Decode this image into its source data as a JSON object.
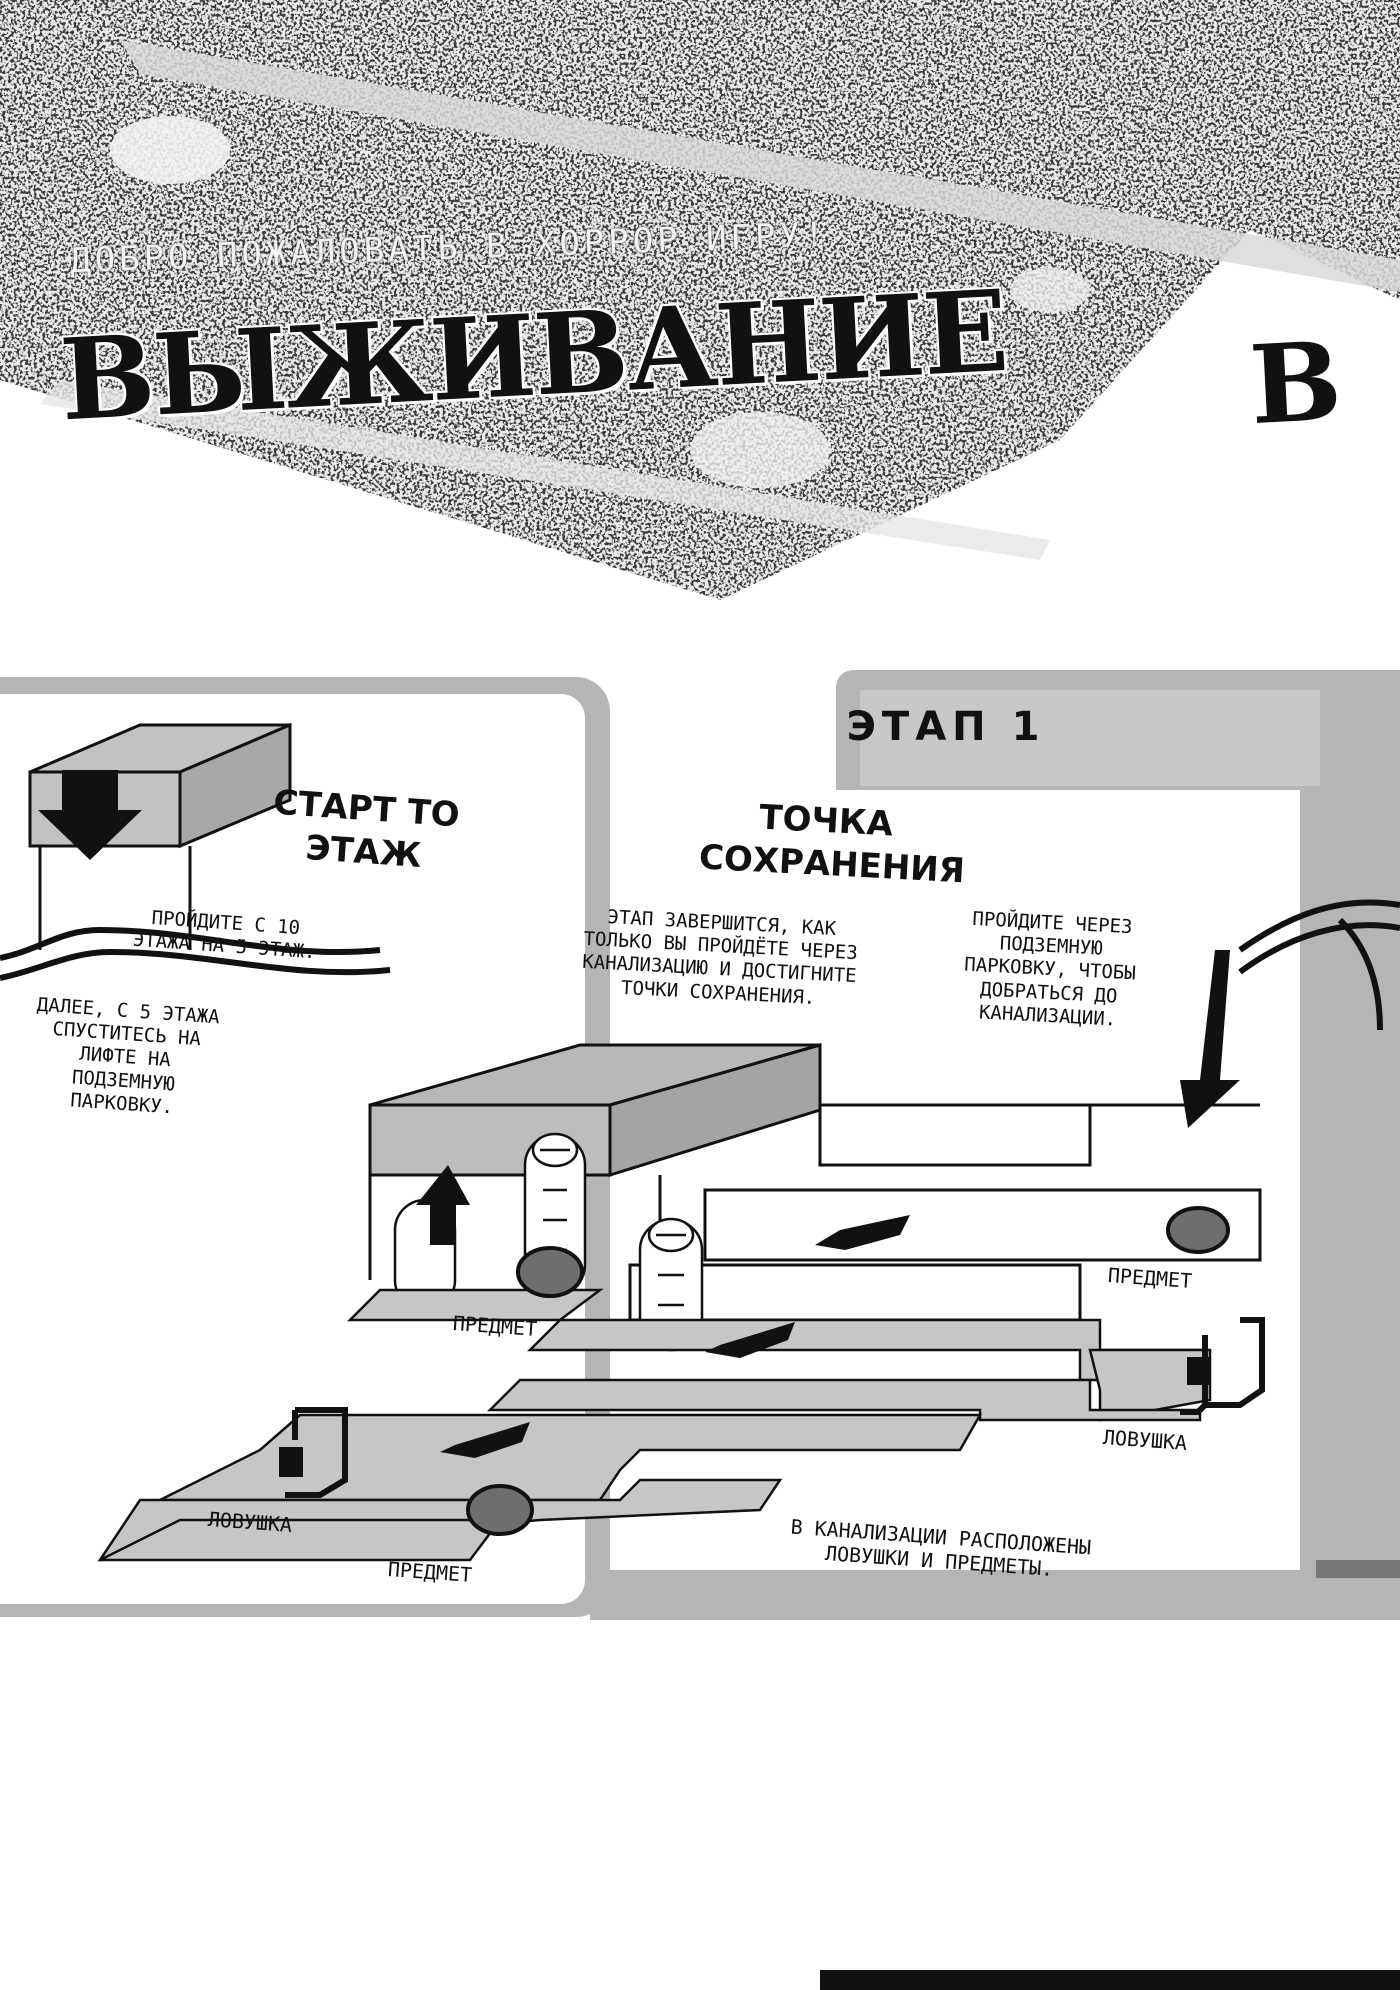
{
  "banner": {
    "subtitle": "ДОБРО ПОЖАЛОВАТЬ В ХОРРОР ИГРУ!",
    "logo_text": "ВЫЖИВАНИЕ",
    "logo_fragment": "В"
  },
  "stage": {
    "title": "ЭТАП 1"
  },
  "left_panel": {
    "heading_line1": "СТАРТ ТО",
    "heading_line2": "ЭТАЖ",
    "text1_line1": "ПРОЙДИТЕ С 10",
    "text1_line2": "ЭТАЖА НА 5 ЭТАЖ.",
    "text2_line1": "ДАЛЕЕ, С 5 ЭТАЖА",
    "text2_line2": "СПУСТИТЕСЬ НА",
    "text2_line3": "ЛИФТЕ НА",
    "text2_line4": "ПОДЗЕМНУЮ",
    "text2_line5": "ПАРКОВКУ."
  },
  "center": {
    "heading_line1": "ТОЧКА",
    "heading_line2": "СОХРАНЕНИЯ",
    "text_line1": "ЭТАП ЗАВЕРШИТСЯ, КАК",
    "text_line2": "ТОЛЬКО ВЫ ПРОЙДЁТЕ ЧЕРЕЗ",
    "text_line3": "КАНАЛИЗАЦИЮ И ДОСТИГНИТЕ",
    "text_line4": "ТОЧКИ СОХРАНЕНИЯ."
  },
  "right_panel": {
    "text_line1": "ПРОЙДИТЕ ЧЕРЕЗ",
    "text_line2": "ПОДЗЕМНУЮ",
    "text_line3": "ПАРКОВКУ, ЧТОБЫ",
    "text_line4": "ДОБРАТЬСЯ ДО",
    "text_line5": "КАНАЛИЗАЦИИ."
  },
  "labels": {
    "item_right": "ПРЕДМЕТ",
    "item_center": "ПРЕДМЕТ",
    "item_bottom": "ПРЕДМЕТ",
    "trap_right": "ЛОВУШКА",
    "trap_left": "ЛОВУШКА"
  },
  "bottom_note": {
    "line1": "В КАНАЛИЗАЦИИ РАСПОЛОЖЕНЫ",
    "line2": "ЛОВУШКИ И ПРЕДМЕТЫ."
  },
  "colors": {
    "dark_texture": "#3a3a3a",
    "floor_gray": "#c2c2c2",
    "panel_gray": "#b0b0b0",
    "item_gray": "#6e6e6e"
  }
}
